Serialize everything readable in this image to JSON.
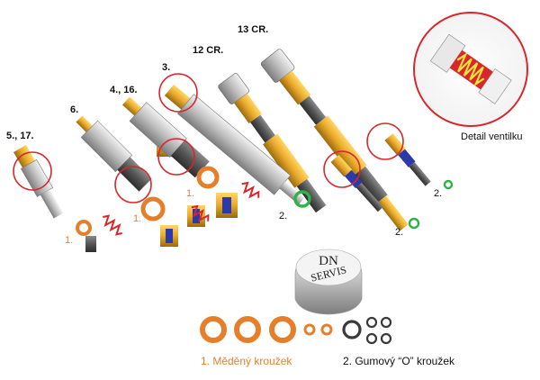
{
  "labels": {
    "p5_17": "5., 17.",
    "p6": "6.",
    "p4_16": "4., 16.",
    "p3": "3.",
    "p12cr": "12 CR.",
    "p13cr": "13 CR.",
    "detail": "Detail ventilku",
    "n1a": "1.",
    "n1b": "1.",
    "n1c": "1.",
    "n2a": "2.",
    "n2b": "2.",
    "n2c": "2."
  },
  "logo": {
    "line1": "DN",
    "line2": "SERVIS"
  },
  "legend": {
    "copper": "1. Měděný kroužek",
    "rubber": "2. Gumový “O” kroužek"
  },
  "colors": {
    "copper": "#e57f2c",
    "rubber_o": "#2db24a",
    "rubber_black": "#3a3a3a",
    "brass": "#e8a92a",
    "steel": "#b9b9b9",
    "highlight_circle": "#d8262b",
    "spring": "#d8262b",
    "valve_blue": "#2b3aa8"
  }
}
